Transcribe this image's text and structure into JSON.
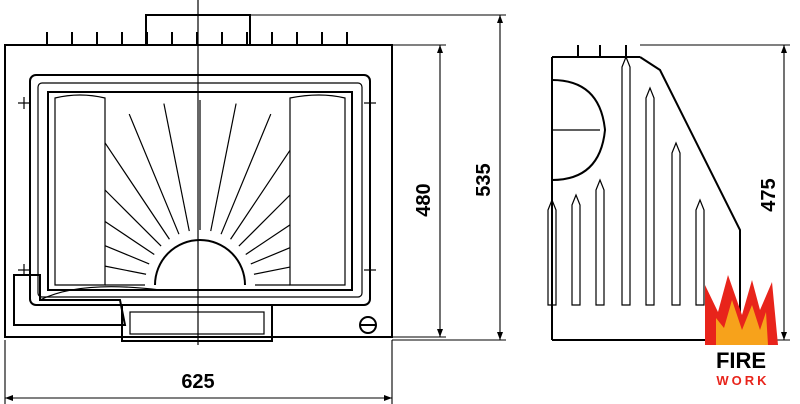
{
  "dimensions": {
    "width": "625",
    "inner_height": "480",
    "total_height": "535",
    "side_height": "475"
  },
  "logo": {
    "line1": "FIRE",
    "line2": "WORK",
    "flame_color": "#e8241b",
    "flame_inner_color": "#f7a21b"
  }
}
